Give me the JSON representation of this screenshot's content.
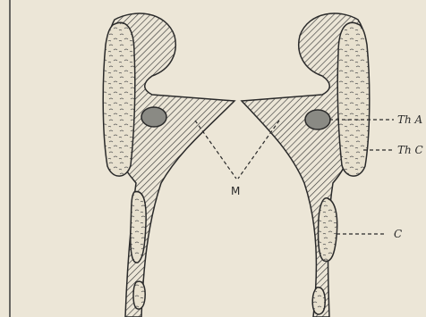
{
  "diagram": {
    "labels": {
      "m": "M",
      "th_a": "Th A",
      "th_c": "Th C",
      "c": "C"
    },
    "colors": {
      "paper": "#ece6d7",
      "ink": "#2a2a2a",
      "gland_fill": "#e6dfcc"
    }
  }
}
